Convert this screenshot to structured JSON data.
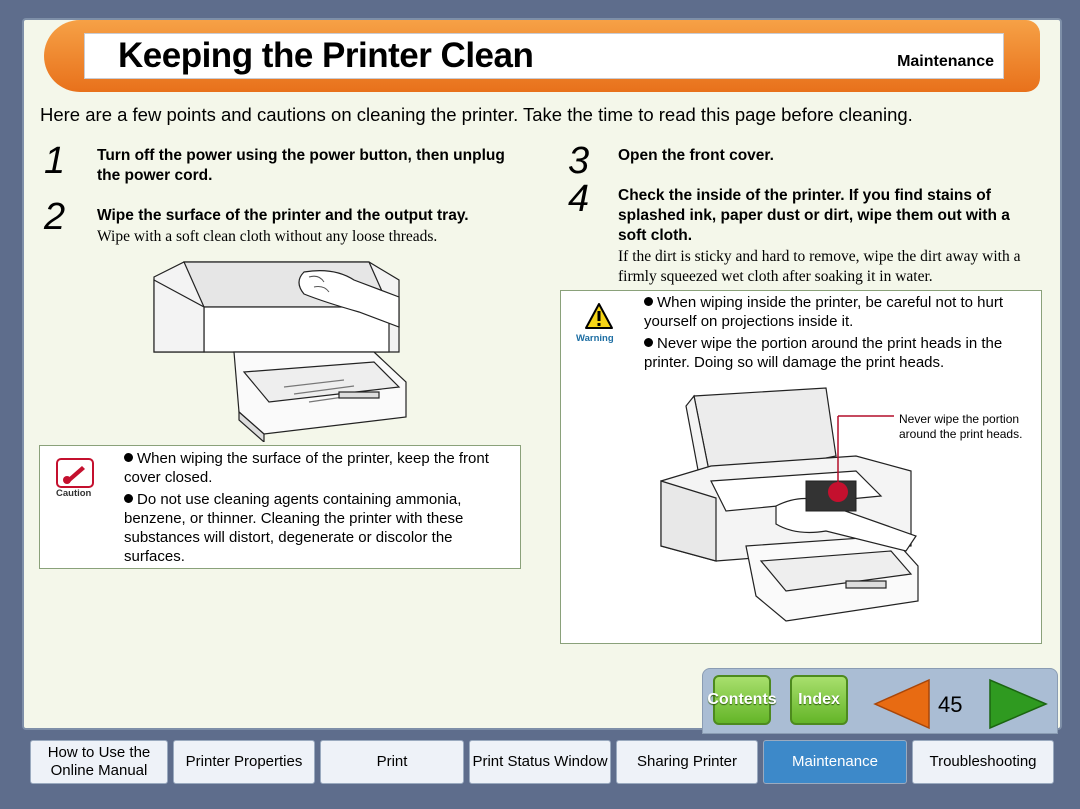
{
  "header": {
    "title": "Keeping the Printer Clean",
    "section": "Maintenance"
  },
  "intro": "Here are a few points and cautions on cleaning the printer. Take the time to read this page before cleaning.",
  "steps": [
    {
      "num": "1",
      "heading": "Turn off the power using the power button, then unplug the power cord."
    },
    {
      "num": "2",
      "heading": "Wipe the surface of the printer and the output tray.",
      "body": "Wipe with a soft clean cloth without any loose threads."
    },
    {
      "num": "3",
      "heading": "Open the front cover."
    },
    {
      "num": "4",
      "heading": "Check the inside of the printer. If you find stains of splashed ink, paper dust or dirt, wipe them out with a soft cloth.",
      "body": "If the dirt is sticky and hard to remove, wipe the dirt away with a firmly squeezed wet cloth after soaking it in water."
    }
  ],
  "caution": {
    "label": "Caution",
    "items": [
      "When wiping the surface of the printer, keep the front cover closed.",
      "Do not use cleaning agents containing ammonia, benzene, or thinner. Cleaning the printer with these substances will distort, degenerate or discolor the surfaces."
    ]
  },
  "warning": {
    "label": "Warning",
    "items": [
      "When wiping inside the printer, be careful not to hurt yourself on projections inside it.",
      "Never wipe the portion around the print heads in the printer. Doing so will damage the print heads."
    ]
  },
  "illustration_callout": "Never wipe the portion around the print heads.",
  "nav": {
    "contents_label": "Contents",
    "index_label": "Index",
    "page_number": "45",
    "prev_icon": "triangle-left-icon",
    "next_icon": "triangle-right-icon"
  },
  "tabs": [
    "How to Use the Online Manual",
    "Printer Properties",
    "Print",
    "Print Status Window",
    "Sharing Printer",
    "Maintenance",
    "Troubleshooting"
  ],
  "active_tab": "Maintenance",
  "colors": {
    "header_orange": "#e8711b",
    "nav_green": "#64b528",
    "arrow_prev": "#e86b12",
    "arrow_next": "#2f9a20",
    "active_tab": "#3d89c9"
  }
}
